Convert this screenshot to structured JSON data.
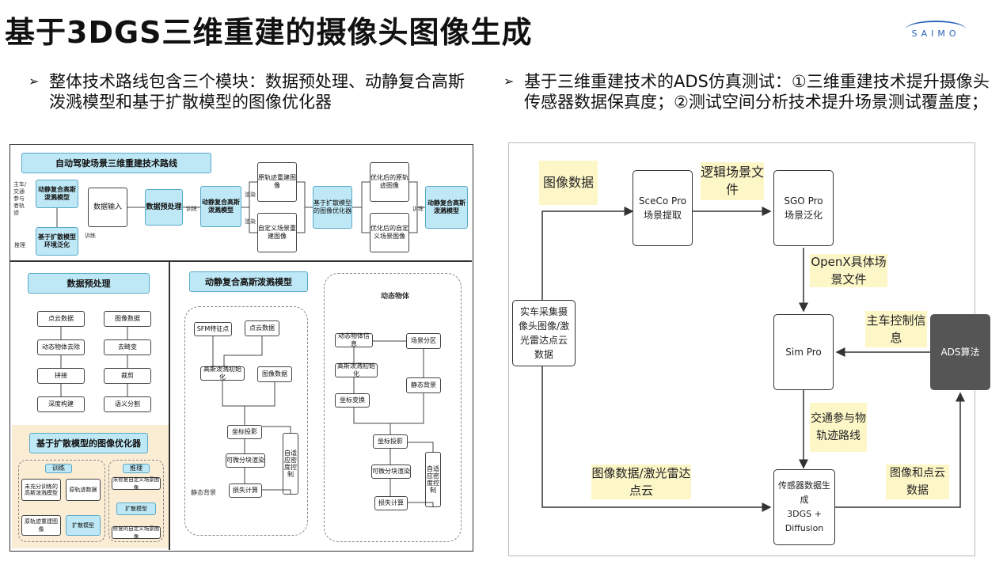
{
  "slide": {
    "title": "基于3DGS三维重建的摄像头图像生成",
    "logo_text": "SAIMO"
  },
  "bullets": [
    {
      "text": "整体技术路线包含三个模块：数据预处理、动静复合高斯泼溅模型和基于扩散模型的图像优化器"
    },
    {
      "text": "基于三维重建技术的ADS仿真测试：①三维重建技术提升摄像头传感器数据保真度；②测试空间分析技术提升场景测试覆盖度；"
    }
  ],
  "left_diagram": {
    "top_title": "自动驾驶场景三维重建技术路线",
    "side_label": "主车/交通参与者轨迹",
    "infer_label": "推理",
    "train_label": "训练",
    "gs_model": "动静复合高斯泼溅模型",
    "diffusion_env": "基于扩散模型环境泛化",
    "data_input": "数据输入",
    "preprocess": "数据预处理",
    "train_tag": "训练",
    "gs_model2": "动静复合高斯泼溅模型",
    "render1": "渲染",
    "render2": "渲染",
    "orig_img": "原轨迹重建图像",
    "custom_img": "自定义场景重建图像",
    "optimizer": "基于扩散模型的图像优化器",
    "opt_orig": "优化后的原轨迹图像",
    "opt_custom": "优化后的自定义场景图像",
    "train_tag2": "训练",
    "gs_model3": "动静复合高斯泼溅模型",
    "pre_title": "数据预处理",
    "pre_col1": [
      "点云数据",
      "动态物体去除",
      "拼接",
      "深度构建"
    ],
    "pre_col2": [
      "图像数据",
      "去畸变",
      "裁剪",
      "语义分割"
    ],
    "gs_title": "动静复合高斯泼溅模型",
    "static": [
      "SFM特征点",
      "点云数据",
      "高斯泼溅初始化",
      "图像数据",
      "坐标投影",
      "可微分块渲染",
      "损失计算",
      "自适应密度控制"
    ],
    "static_label": "静态背景",
    "dyn_title": "动态物体",
    "dynamic": [
      "动态物体信息",
      "场景分区",
      "高斯泼溅初始化",
      "静态背景",
      "坐标变换",
      "坐标投影",
      "可微分块渲染",
      "损失计算",
      "自适应密度控制"
    ],
    "diff_title": "基于扩散模型的图像优化器",
    "diff_train": "训练",
    "diff_infer": "推理",
    "diff_items": [
      "未充分训练的高斯泼溅模型",
      "原轨迹数据",
      "原轨迹重建图像",
      "扩散模型",
      "未修复自定义场景图像",
      "扩散模型",
      "修复的自定义场景图像"
    ]
  },
  "right_diagram": {
    "nodes": {
      "sceco": "SceCo Pro\n场景提取",
      "sgo": "SGO Pro\n场景泛化",
      "real": "实车采集摄像头图像/激光雷达点云数据",
      "sim": "Sim Pro",
      "ads": "ADS算法",
      "gen": "传感器数据生成\n3DGS + Diffusion"
    },
    "notes": {
      "img_data": "图像数据",
      "logic_file": "逻辑场景文件",
      "openx": "OpenX具体场景文件",
      "control": "主车控制信息",
      "traffic": "交通参与物轨迹路线",
      "img_lidar": "图像数据/激光雷达点云",
      "img_cloud": "图像和点云数据"
    }
  }
}
